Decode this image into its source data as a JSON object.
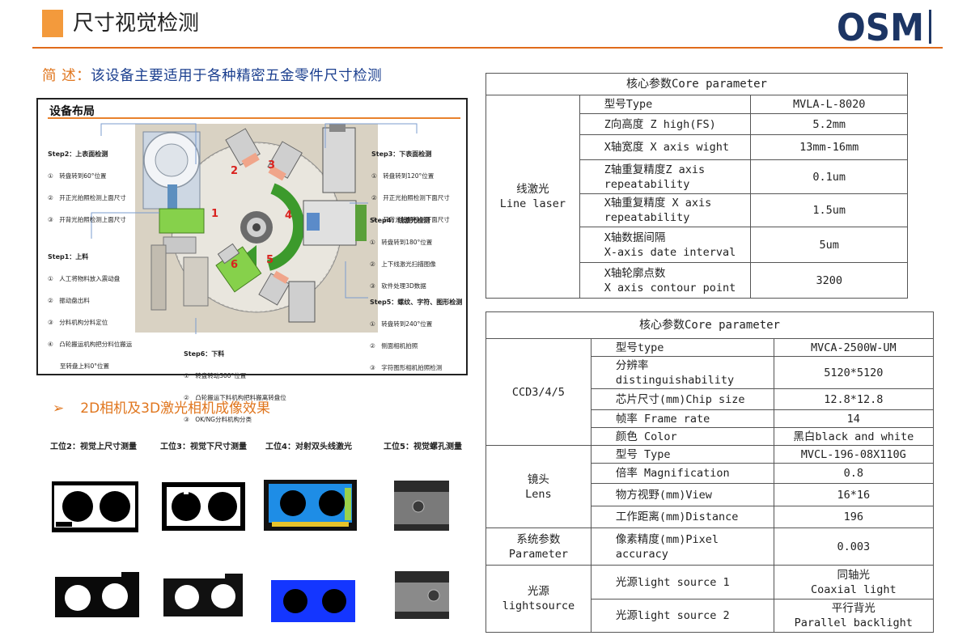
{
  "header": {
    "title": "尺寸视觉检测",
    "logo_text": "OSM",
    "summary_label": "简 述：",
    "summary_text": "该设备主要适用于各种精密五金零件尺寸检测"
  },
  "layout_figure": {
    "title": "设备布局",
    "station_numbers": [
      "1",
      "2",
      "3",
      "4",
      "5",
      "6"
    ],
    "steps": {
      "step1": {
        "title": "Step1：上料",
        "lines": [
          "①　人工将物料放入震动盘",
          "②　振动盘出料",
          "③　分料机构分料定位",
          "④　凸轮搬运机构把分料位搬运",
          "　　至转盘上料0°位置"
        ]
      },
      "step2": {
        "title": "Step2：上表面检测",
        "lines": [
          "①　转盘转到60°位置",
          "②　开正光拍照检测上面尺寸",
          "③　开背光拍照检测上面尺寸"
        ]
      },
      "step3": {
        "title": "Step3：下表面检测",
        "lines": [
          "①　转盘转到120°位置",
          "②　开正光拍照检测下面尺寸",
          "③　开背光拍照检测下面尺寸"
        ]
      },
      "step4": {
        "title": "Step4：线激光检测",
        "lines": [
          "①　转盘转到180°位置",
          "②　上下线激光扫描图像",
          "③　软件处理3D数据"
        ]
      },
      "step5": {
        "title": "Step5：螺纹、字符、图形检测",
        "lines": [
          "①　转盘转到240°位置",
          "②　侧面相机拍照",
          "③　字符图形相机拍照检测"
        ]
      },
      "step6": {
        "title": "Step6：下料",
        "lines": [
          "①　转盘转动300°位置",
          "②　凸轮搬运下料机构把料搬离转盘位",
          "③　OK/NG分料机构分类"
        ]
      }
    }
  },
  "imaging": {
    "bullet": "➢",
    "title": "2D相机及3D激光相机成像效果",
    "stations": [
      "工位2：视觉上尺寸测量",
      "工位3：视觉下尺寸测量",
      "工位4：对射双头线激光",
      "工位5：视觉螺孔测量"
    ]
  },
  "table1": {
    "header": "核心参数Core parameter",
    "group": [
      "线激光",
      "Line laser"
    ],
    "rows": [
      {
        "name": [
          "型号Type"
        ],
        "value": [
          "MVLA-L-8020"
        ]
      },
      {
        "name": [
          "Z向高度 Z high(FS)"
        ],
        "value": [
          "5.2mm"
        ]
      },
      {
        "name": [
          "X轴宽度 X axis wight"
        ],
        "value": [
          "13mm-16mm"
        ]
      },
      {
        "name": [
          "Z轴重复精度Z axis",
          "repeatability"
        ],
        "value": [
          "0.1um"
        ]
      },
      {
        "name": [
          "X轴重复精度 X axis",
          "repeatability"
        ],
        "value": [
          "1.5um"
        ]
      },
      {
        "name": [
          "X轴数据间隔",
          "X-axis date interval"
        ],
        "value": [
          "5um"
        ]
      },
      {
        "name": [
          "X轴轮廓点数",
          "X axis contour point"
        ],
        "value": [
          "3200"
        ]
      }
    ]
  },
  "table2": {
    "header": "核心参数Core parameter",
    "groups": [
      {
        "label": [
          "CCD3/4/5"
        ],
        "rows": [
          {
            "name": [
              "型号type"
            ],
            "value": [
              "MVCA-2500W-UM"
            ]
          },
          {
            "name": [
              "分辨率",
              "distinguishability"
            ],
            "value": [
              "5120*5120"
            ]
          },
          {
            "name": [
              "芯片尺寸(mm)Chip size"
            ],
            "value": [
              "12.8*12.8"
            ]
          },
          {
            "name": [
              "帧率 Frame rate"
            ],
            "value": [
              "14"
            ]
          },
          {
            "name": [
              "颜色 Color"
            ],
            "value": [
              "黑白black and white"
            ]
          }
        ]
      },
      {
        "label": [
          "镜头",
          "Lens"
        ],
        "rows": [
          {
            "name": [
              "型号 Type"
            ],
            "value": [
              "MVCL-196-08X110G"
            ]
          },
          {
            "name": [
              "倍率 Magnification"
            ],
            "value": [
              "0.8"
            ]
          },
          {
            "name": [
              "物方视野(mm)View"
            ],
            "value": [
              "16*16"
            ]
          },
          {
            "name": [
              "工作距离(mm)Distance"
            ],
            "value": [
              "196"
            ]
          }
        ]
      },
      {
        "label": [
          "系统参数",
          "Parameter"
        ],
        "rows": [
          {
            "name": [
              "像素精度(mm)Pixel",
              "accuracy"
            ],
            "value": [
              "0.003"
            ]
          }
        ]
      },
      {
        "label": [
          "光源",
          "lightsource"
        ],
        "rows": [
          {
            "name": [
              "光源light source 1"
            ],
            "value": [
              "同轴光",
              "Coaxial light"
            ]
          },
          {
            "name": [
              "光源light source 2"
            ],
            "value": [
              "平行背光",
              "Parallel backlight"
            ]
          }
        ]
      }
    ]
  },
  "colors": {
    "accent_orange": "#e0761e",
    "title_square": "#f39a3c",
    "summary_blue": "#1b3f8f",
    "logo_navy": "#1c3564"
  }
}
